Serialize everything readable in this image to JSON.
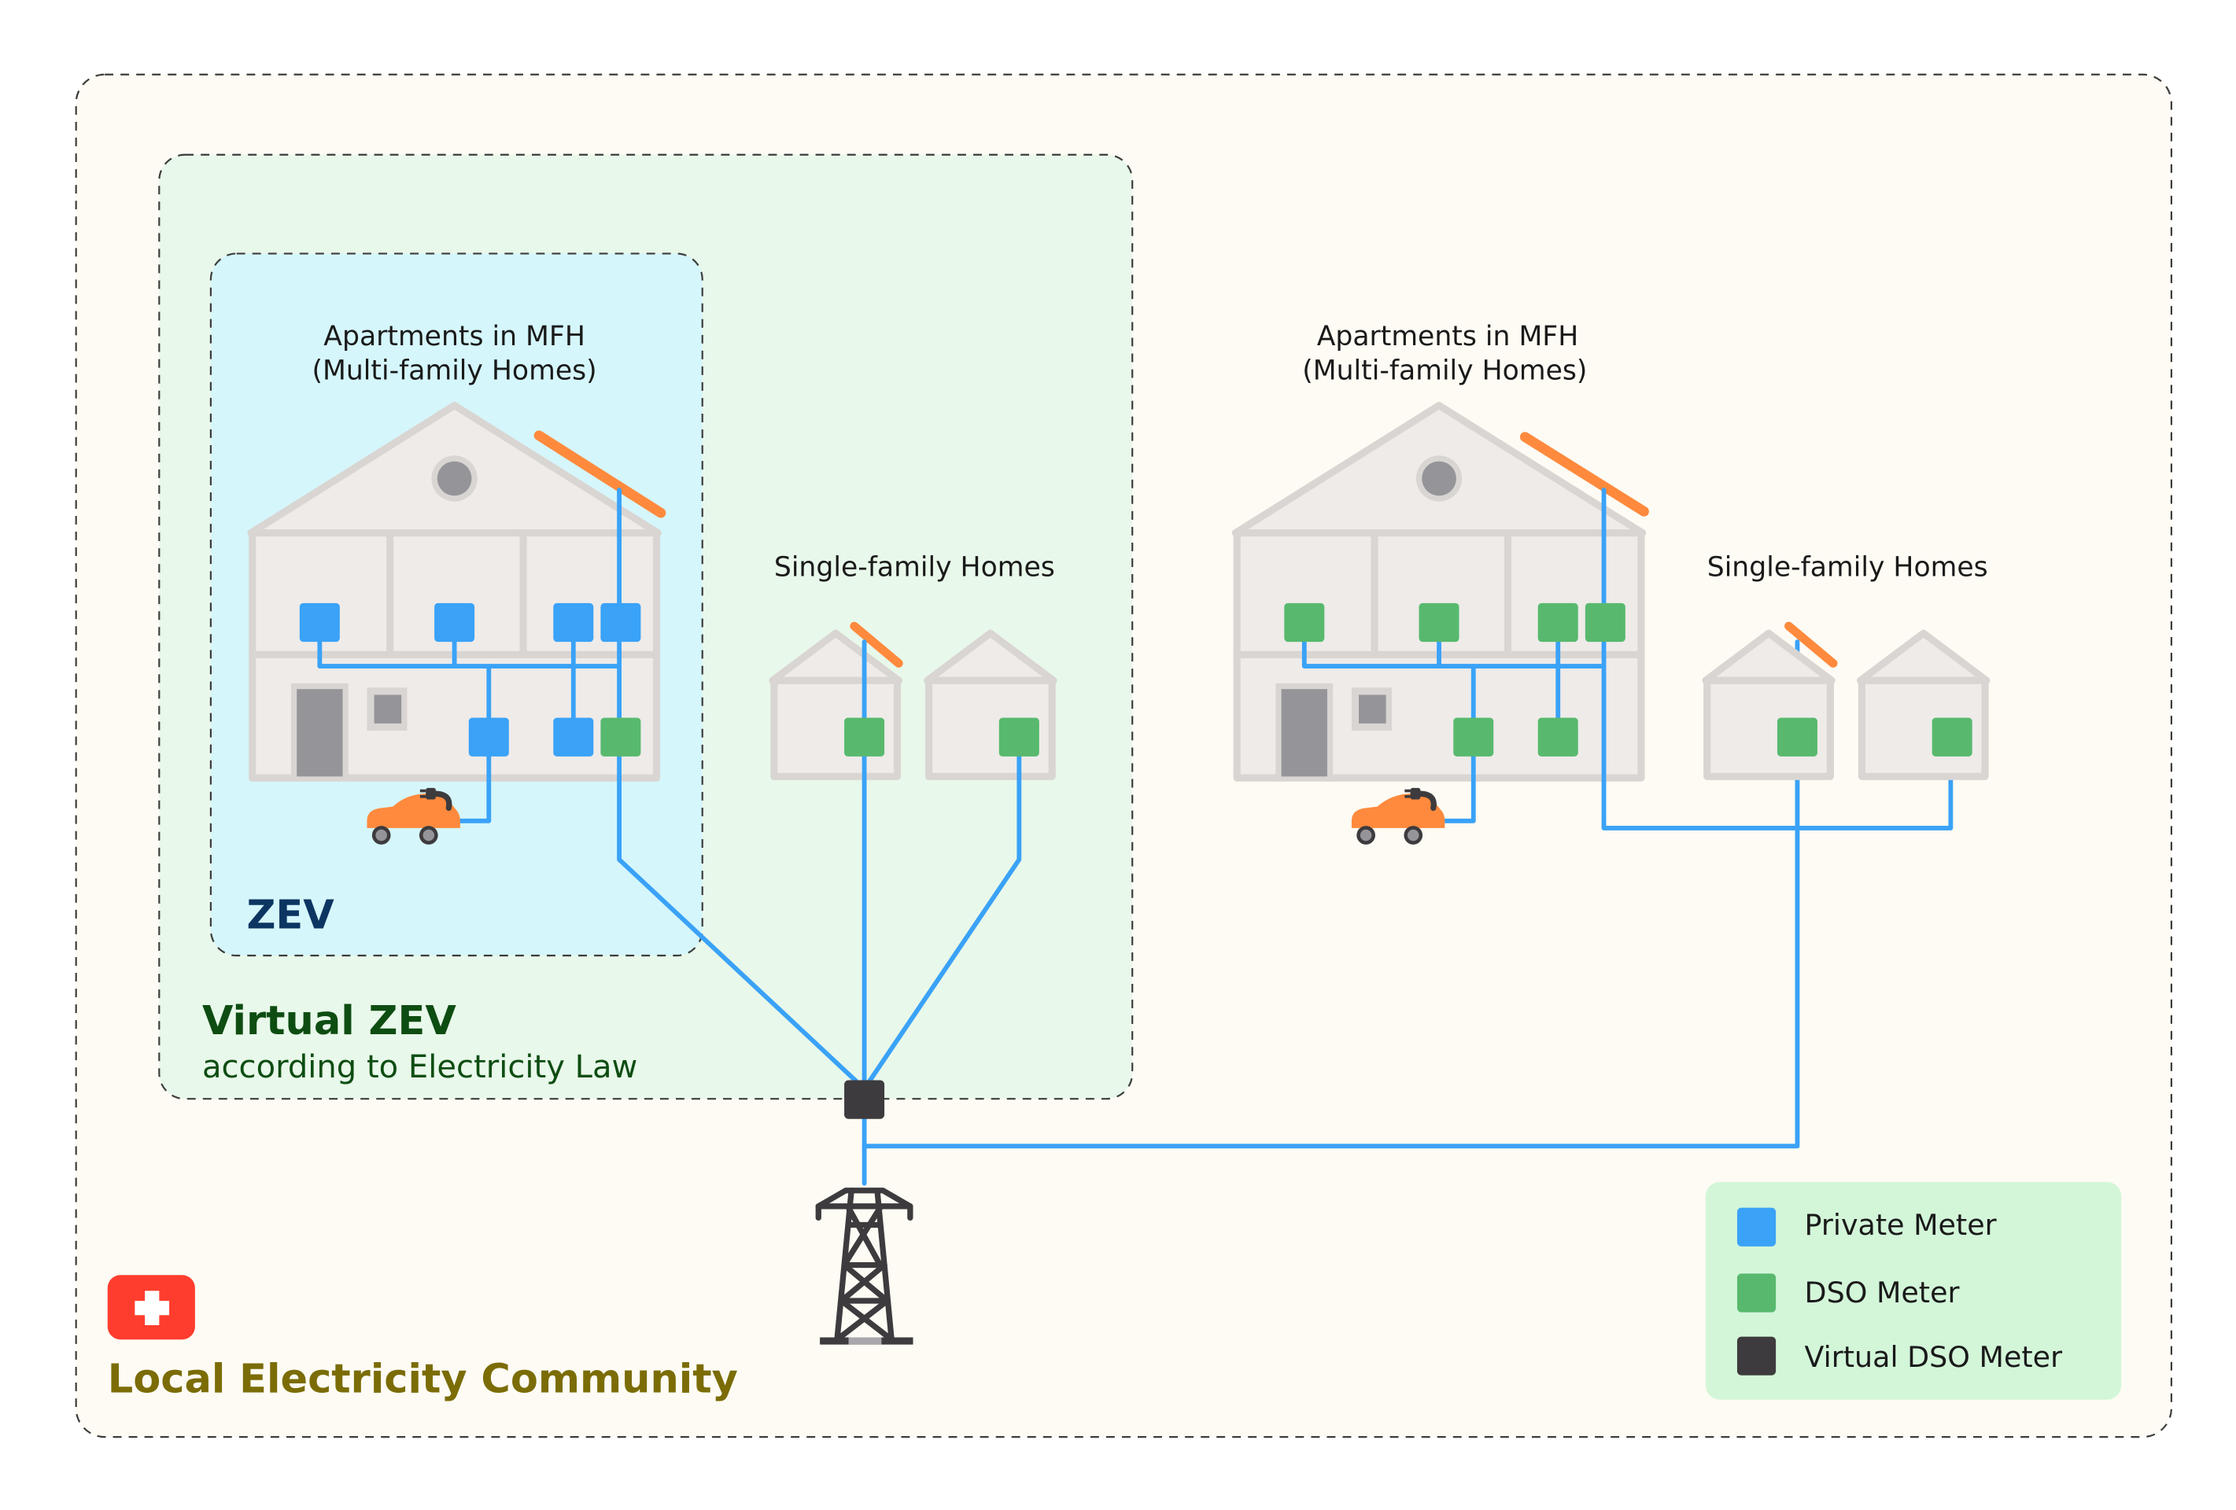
{
  "diagram": {
    "title": "Local Electricity Community",
    "colors": {
      "private_meter": "#3aa2f7",
      "dso_meter": "#58b96e",
      "virtual_dso_meter": "#3d3b3d",
      "solar_panel": "#ff8a3d",
      "car": "#ff8a3d",
      "community_bg": "#fdfbf3",
      "virtual_zev_bg": "#e8f8ea",
      "zev_bg": "#d5f6fb",
      "legend_bg": "#d3f6d9",
      "swiss_flag": "#ff3d2e",
      "title_color": "#7b6c06",
      "virtual_zev_color": "#0e4d12",
      "zev_color": "#0d3562"
    },
    "community": {
      "label": "Local Electricity Community",
      "flag_icon": "swiss-flag-icon"
    },
    "virtual_zev": {
      "title": "Virtual ZEV",
      "subtitle": "according to Electricity Law"
    },
    "zev": {
      "title": "ZEV"
    },
    "groups": {
      "left_mfh": {
        "line1": "Apartments in MFH",
        "line2": "(Multi-family Homes)",
        "meter_type": "private"
      },
      "left_sfh": {
        "label": "Single-family Homes",
        "meter_type": "dso"
      },
      "right_mfh": {
        "line1": "Apartments in MFH",
        "line2": "(Multi-family Homes)",
        "meter_type": "dso"
      },
      "right_sfh": {
        "label": "Single-family Homes",
        "meter_type": "dso"
      }
    },
    "legend": {
      "items": [
        {
          "label": "Private Meter",
          "color": "#3aa2f7"
        },
        {
          "label": "DSO Meter",
          "color": "#58b96e"
        },
        {
          "label": "Virtual DSO Meter",
          "color": "#3d3b3d"
        }
      ]
    }
  }
}
